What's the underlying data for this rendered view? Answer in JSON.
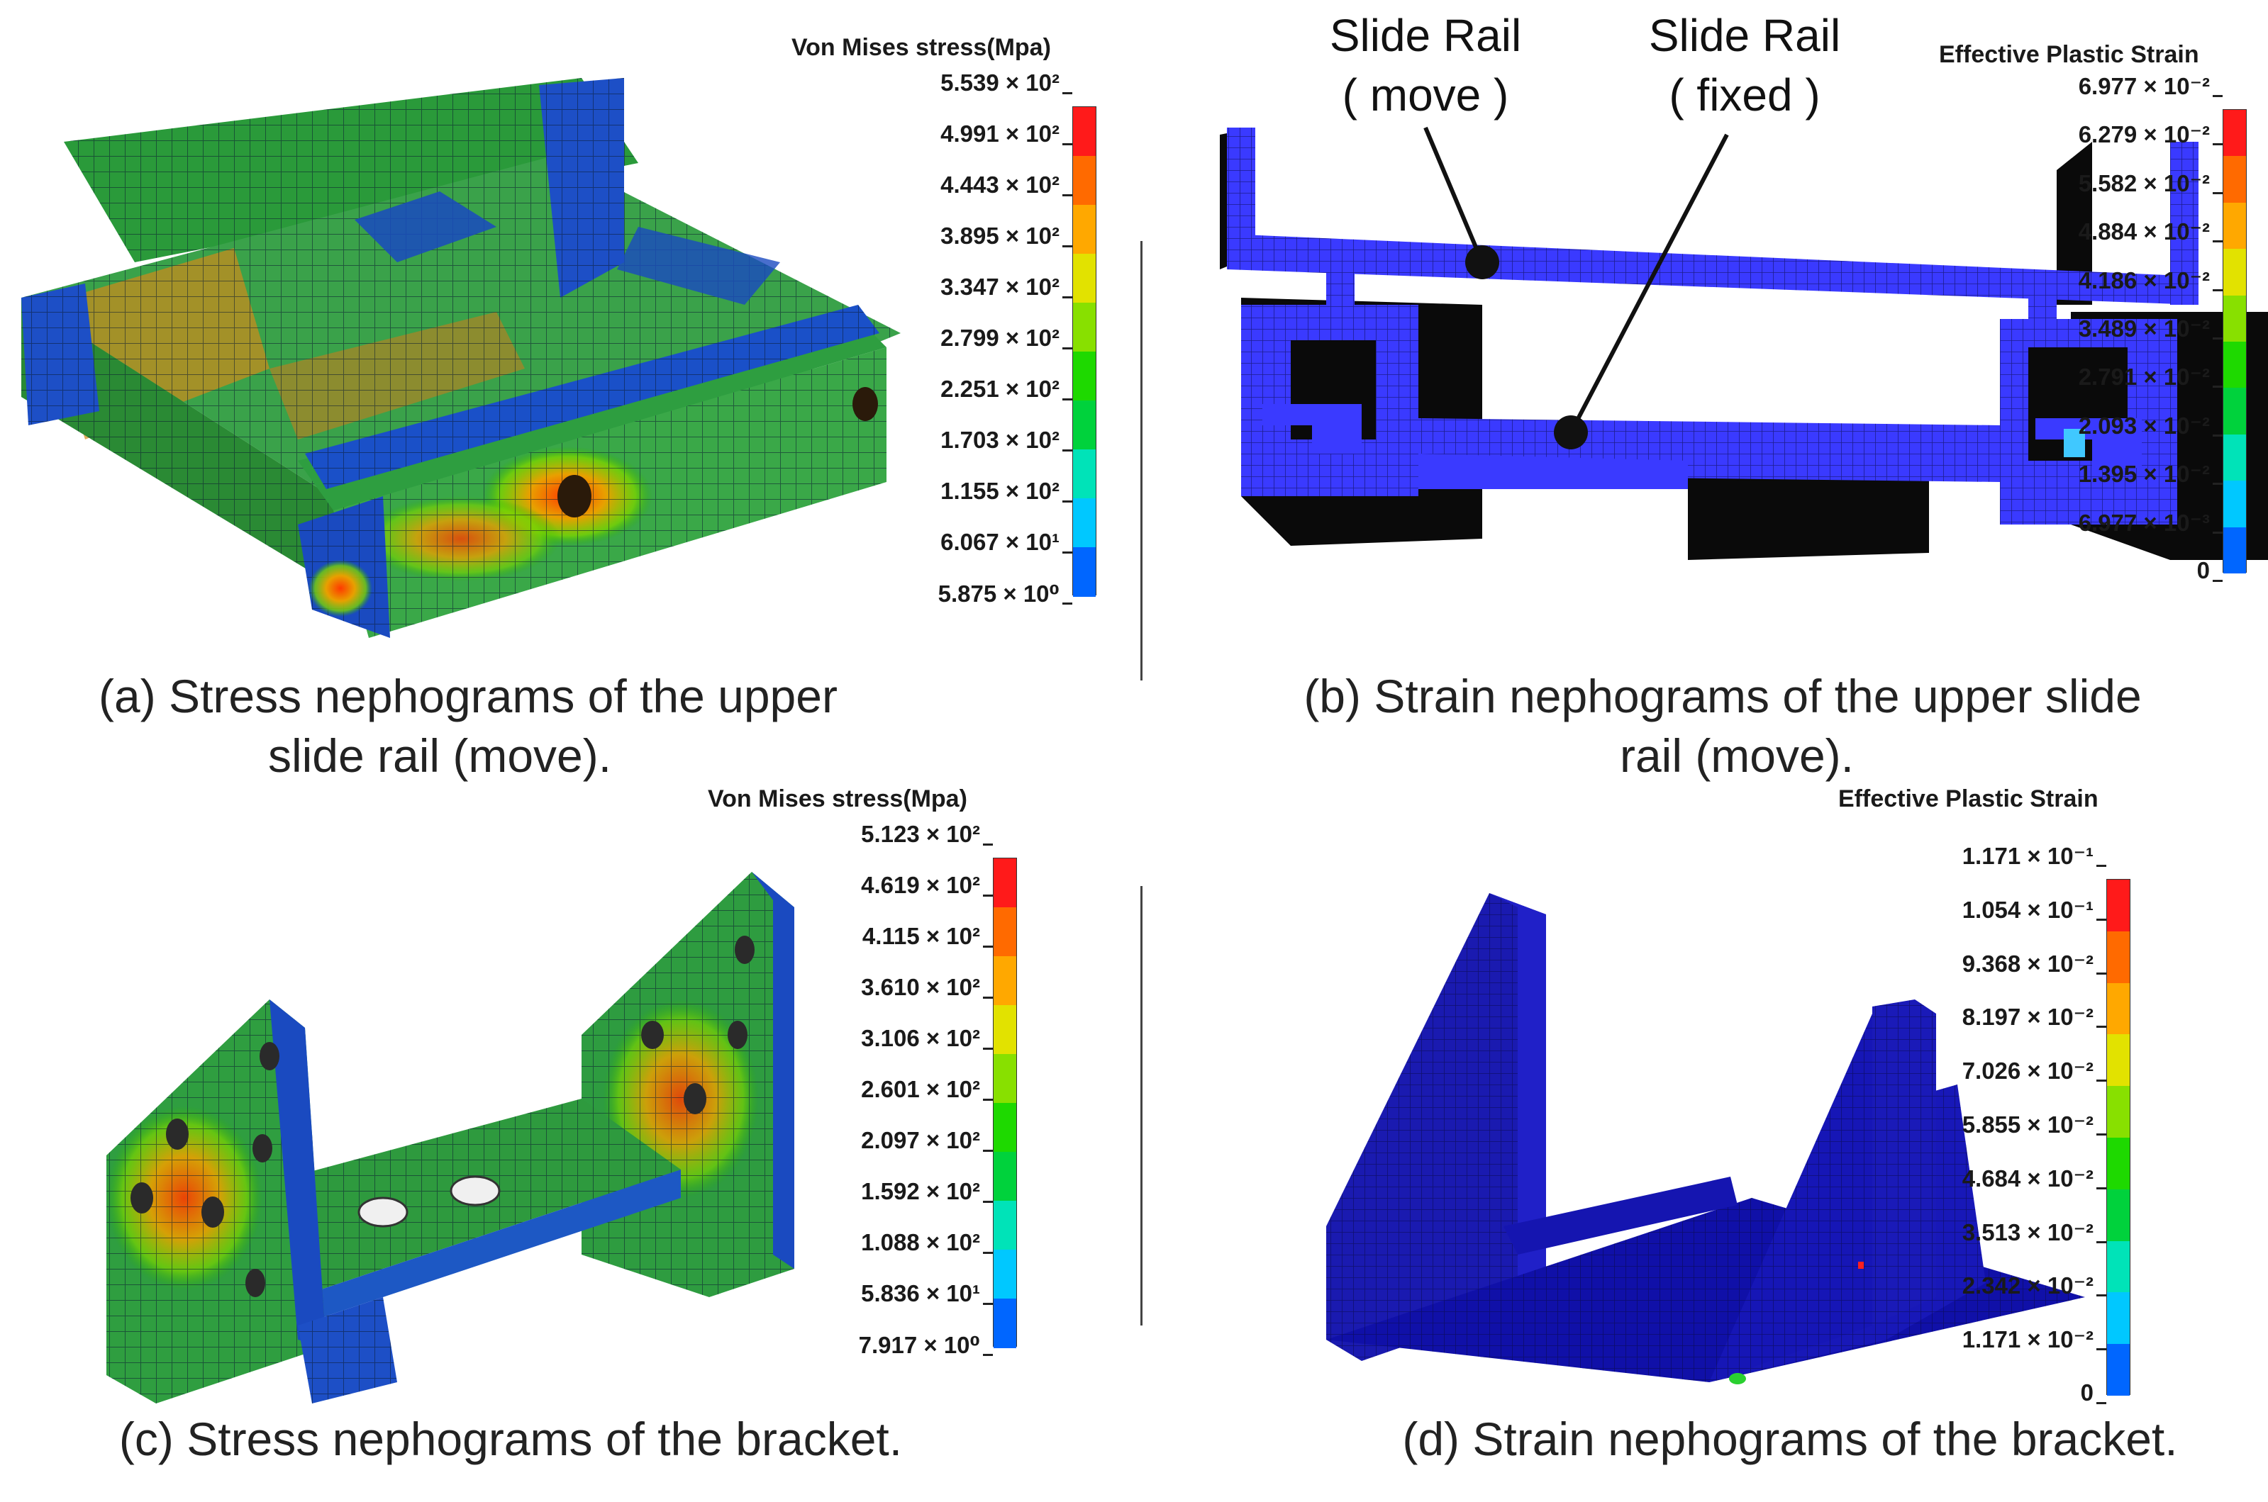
{
  "palette": [
    "#0000d8",
    "#0066ff",
    "#00c8ff",
    "#00e3b8",
    "#00d23c",
    "#1ed900",
    "#88e000",
    "#e2e200",
    "#ffa800",
    "#ff6a00",
    "#ff1a1a"
  ],
  "panels": {
    "a": {
      "legend_title": "Von Mises stress(Mpa)",
      "ticks": [
        "5.539 × 10²",
        "4.991 × 10²",
        "4.443 × 10²",
        "3.895 × 10²",
        "3.347 × 10²",
        "2.799 × 10²",
        "2.251 × 10²",
        "1.703 × 10²",
        "1.155 × 10²",
        "6.067 × 10¹",
        "5.875 × 10⁰"
      ],
      "caption_line1": "(a)  Stress nephograms of the upper",
      "caption_line2": "slide rail (move)."
    },
    "b": {
      "legend_title": "Effective Plastic Strain",
      "ticks": [
        "6.977 × 10⁻²",
        "6.279 × 10⁻²",
        "5.582 × 10⁻²",
        "4.884 × 10⁻²",
        "4.186 × 10⁻²",
        "3.489 × 10⁻²",
        "2.791 × 10⁻²",
        "2.093 × 10⁻²",
        "1.395 × 10⁻²",
        "6.977 × 10⁻³",
        "0"
      ],
      "callout_move_line1": "Slide Rail",
      "callout_move_line2": "( move )",
      "callout_fixed_line1": "Slide Rail",
      "callout_fixed_line2": "( fixed )",
      "caption_line1": "(b)  Strain nephograms of the upper slide",
      "caption_line2": "rail (move)."
    },
    "c": {
      "legend_title": "Von Mises stress(Mpa)",
      "ticks": [
        "5.123 × 10²",
        "4.619 × 10²",
        "4.115 × 10²",
        "3.610 × 10²",
        "3.106 × 10²",
        "2.601 × 10²",
        "2.097 × 10²",
        "1.592 × 10²",
        "1.088 × 10²",
        "5.836 × 10¹",
        "7.917 × 10⁰"
      ],
      "caption": "(c)  Stress nephograms of the bracket."
    },
    "d": {
      "legend_title": "Effective Plastic Strain",
      "ticks": [
        "1.171 × 10⁻¹",
        "1.054 × 10⁻¹",
        "9.368 × 10⁻²",
        "8.197 × 10⁻²",
        "7.026 × 10⁻²",
        "5.855 × 10⁻²",
        "4.684 × 10⁻²",
        "3.513 × 10⁻²",
        "2.342 × 10⁻²",
        "1.171 × 10⁻²",
        "0"
      ],
      "caption": "(d)  Strain nephograms of the bracket."
    }
  }
}
